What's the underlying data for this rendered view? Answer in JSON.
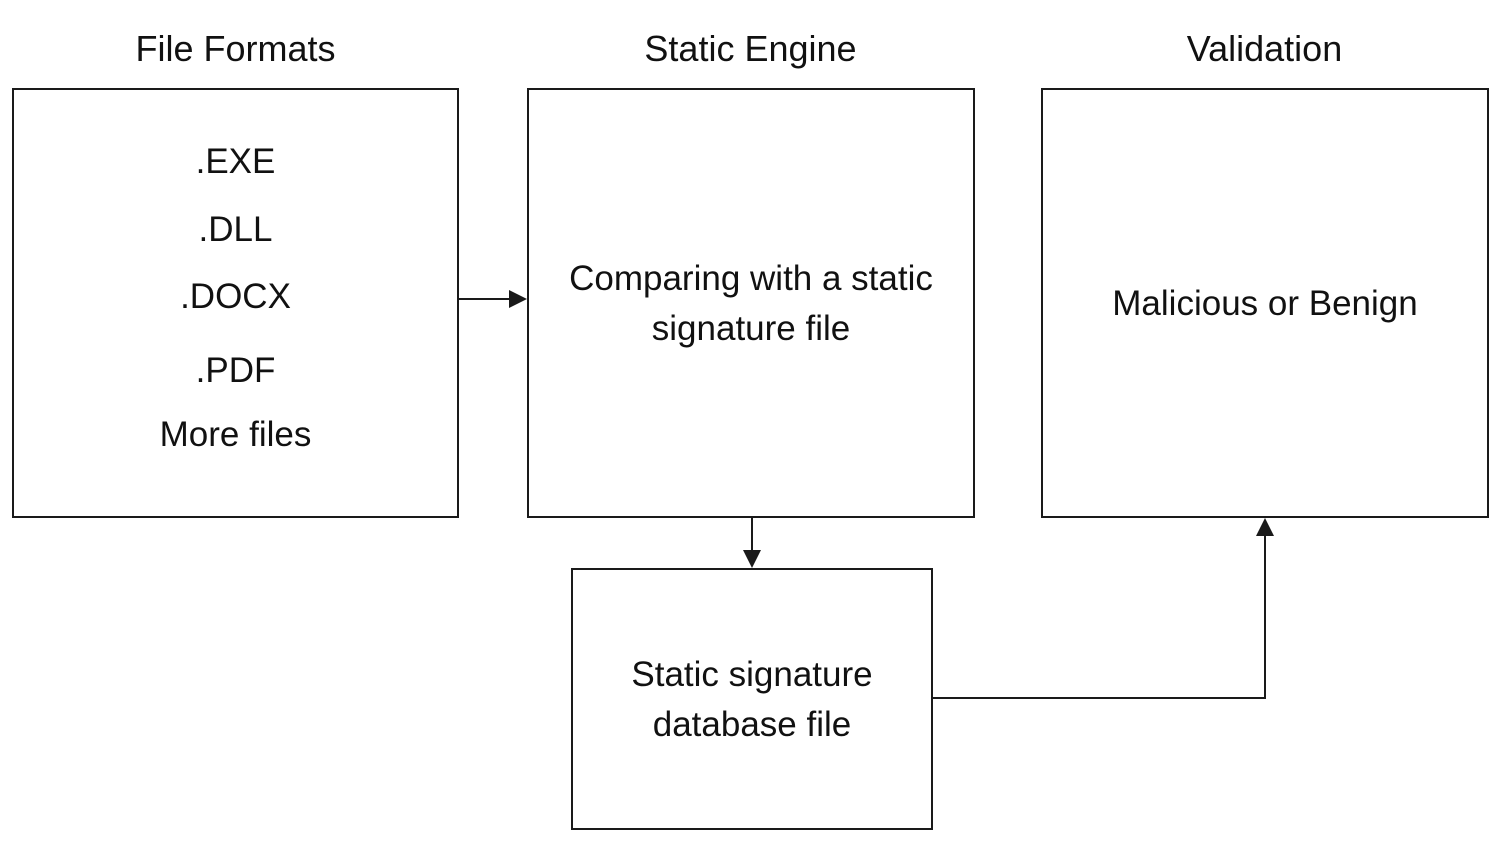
{
  "headings": {
    "file_formats": "File Formats",
    "static_engine": "Static Engine",
    "validation": "Validation"
  },
  "file_formats_box": {
    "items": [
      ".EXE",
      ".DLL",
      ".DOCX",
      ".PDF",
      "More files"
    ]
  },
  "static_engine_box": {
    "line1": "Comparing with a static",
    "line2": "signature file"
  },
  "validation_box": {
    "text": "Malicious or Benign"
  },
  "database_box": {
    "line1": "Static signature",
    "line2": "database file"
  },
  "colors": {
    "stroke": "#1a1a1a",
    "background": "#ffffff",
    "text": "#111111"
  }
}
